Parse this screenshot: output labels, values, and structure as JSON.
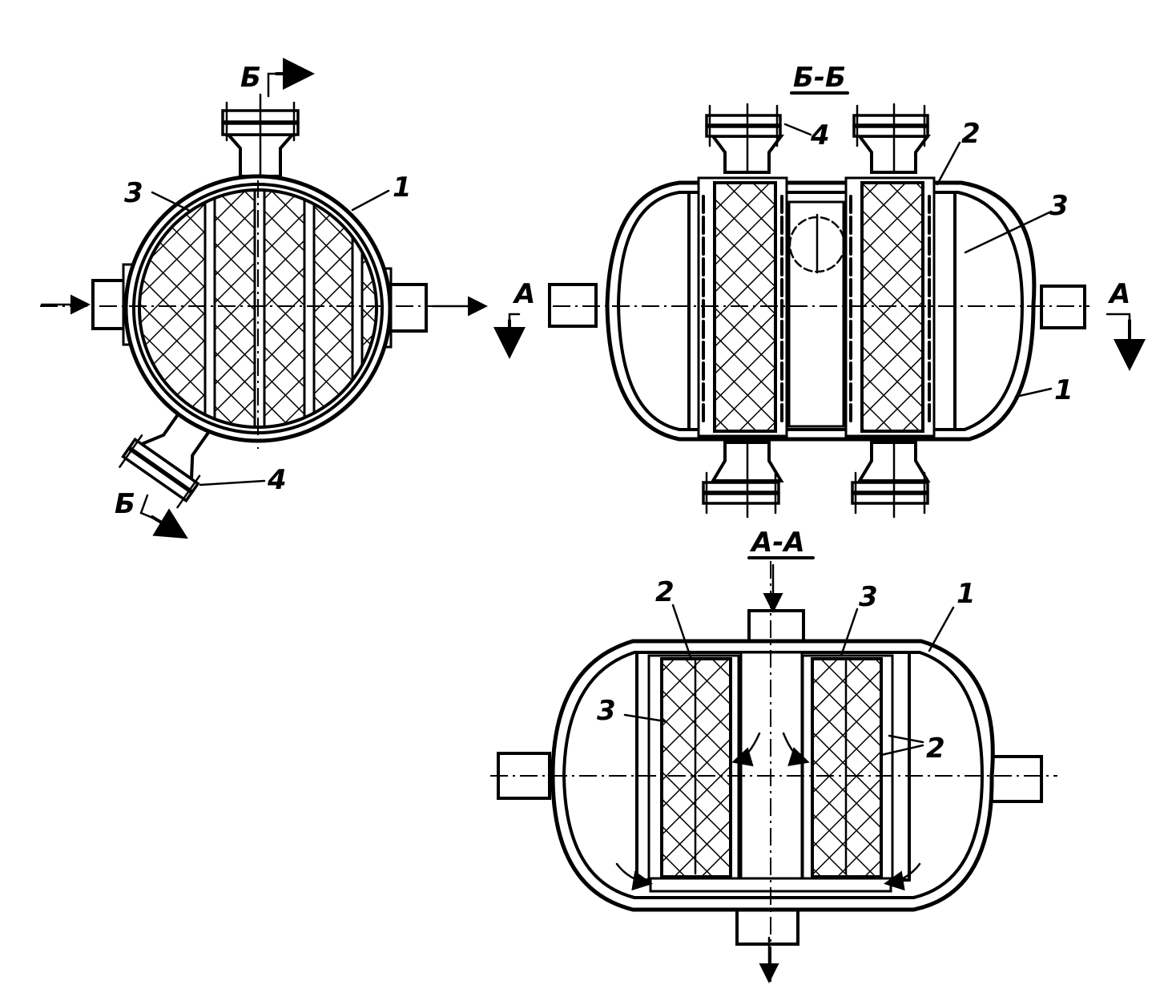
{
  "labels": {
    "shell": "1",
    "element": "2",
    "packing": "3",
    "nozzle": "4"
  },
  "sections": {
    "bb": "Б-Б",
    "aa": "А-А",
    "cut_b_top": "Б",
    "cut_b_bottom": "Б",
    "cut_a_left": "А",
    "cut_a_right": "А"
  }
}
